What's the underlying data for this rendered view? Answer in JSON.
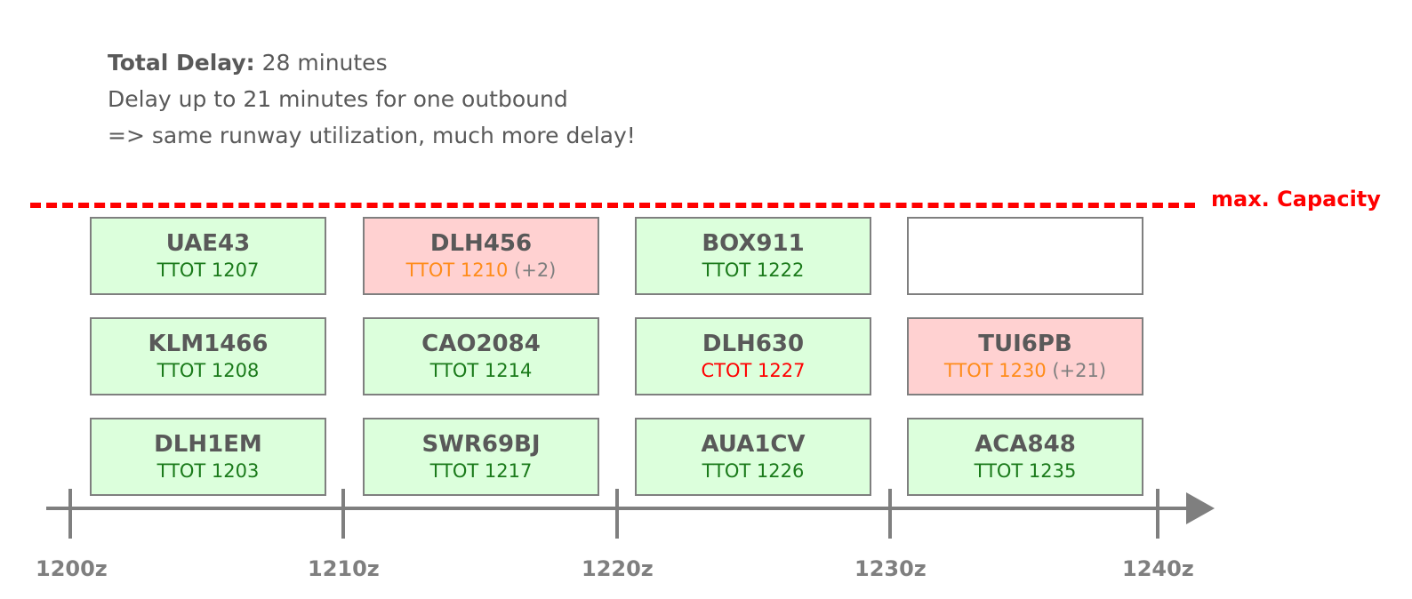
{
  "header": {
    "total_delay_label": "Total Delay:",
    "total_delay_value": " 28 minutes",
    "line2": "Delay up to 21 minutes for one outbound",
    "line3": "=> same runway utilization, much more delay!"
  },
  "capacity_label": "max. Capacity",
  "colors": {
    "capacity": "#ff0000",
    "slot_ok_fill": "#dcffdc",
    "slot_delayed_fill": "#ffd1d1",
    "time_ok": "#1a7a1a",
    "time_delayed": "#ff8c1a",
    "ctot": "#ff0000",
    "axis": "#7f7f7f"
  },
  "columns": [
    {
      "slots": [
        {
          "callsign": "UAE43",
          "time": "TTOT 1207",
          "time_style": "ok",
          "delay": "",
          "fill": "ok"
        },
        {
          "callsign": "KLM1466",
          "time": "TTOT 1208",
          "time_style": "ok",
          "delay": "",
          "fill": "ok"
        },
        {
          "callsign": "DLH1EM",
          "time": "TTOT 1203",
          "time_style": "ok",
          "delay": "",
          "fill": "ok"
        }
      ]
    },
    {
      "slots": [
        {
          "callsign": "DLH456",
          "time": "TTOT 1210",
          "time_style": "delayed",
          "delay": " (+2)",
          "fill": "delayed"
        },
        {
          "callsign": "CAO2084",
          "time": "TTOT 1214",
          "time_style": "ok",
          "delay": "",
          "fill": "ok"
        },
        {
          "callsign": "SWR69BJ",
          "time": "TTOT 1217",
          "time_style": "ok",
          "delay": "",
          "fill": "ok"
        }
      ]
    },
    {
      "slots": [
        {
          "callsign": "BOX911",
          "time": "TTOT 1222",
          "time_style": "ok",
          "delay": "",
          "fill": "ok"
        },
        {
          "callsign": "DLH630",
          "time": "CTOT 1227",
          "time_style": "ctot",
          "delay": "",
          "fill": "ok"
        },
        {
          "callsign": "AUA1CV",
          "time": "TTOT 1226",
          "time_style": "ok",
          "delay": "",
          "fill": "ok"
        }
      ]
    },
    {
      "slots": [
        {
          "callsign": "",
          "time": "",
          "time_style": "ok",
          "delay": "",
          "fill": "empty"
        },
        {
          "callsign": "TUI6PB",
          "time": "TTOT 1230",
          "time_style": "delayed",
          "delay": " (+21)",
          "fill": "delayed"
        },
        {
          "callsign": "ACA848",
          "time": "TTOT 1235",
          "time_style": "ok",
          "delay": "",
          "fill": "ok"
        }
      ]
    }
  ],
  "axis": {
    "ticks": [
      "1200z",
      "1210z",
      "1220z",
      "1230z",
      "1240z"
    ]
  }
}
